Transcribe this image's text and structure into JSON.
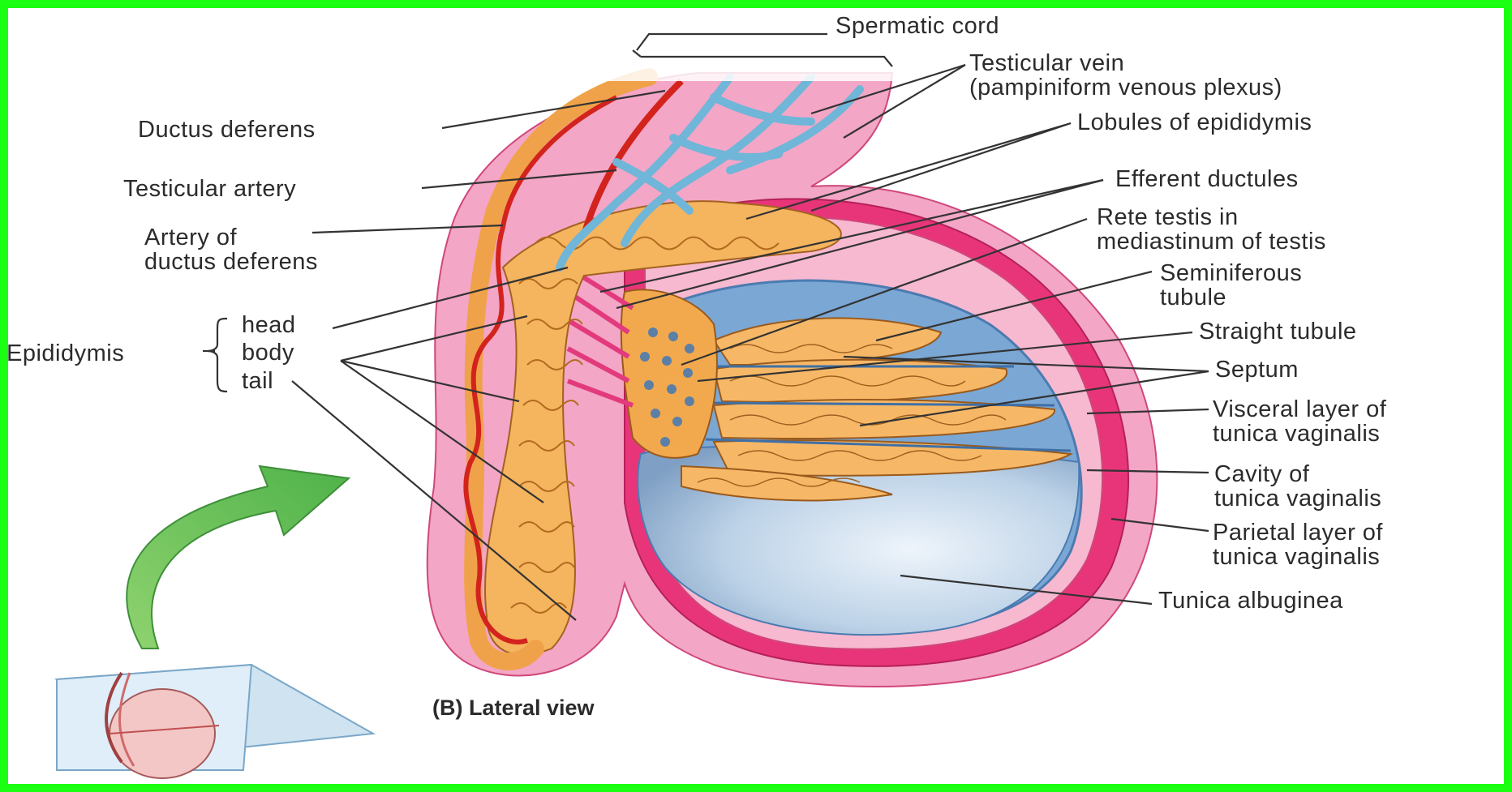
{
  "diagram": {
    "caption": "(B) Lateral view",
    "labels": {
      "spermatic_cord": "Spermatic cord",
      "testicular_vein_line1": "Testicular vein",
      "testicular_vein_line2": "(pampiniform venous plexus)",
      "ductus_deferens": "Ductus deferens",
      "lobules_of_epididymis": "Lobules of epididymis",
      "efferent_ductules": "Efferent ductules",
      "testicular_artery": "Testicular artery",
      "rete_testis_line1": "Rete testis in",
      "rete_testis_line2": "mediastinum of testis",
      "artery_ductus_line1": "Artery of",
      "artery_ductus_line2": "ductus deferens",
      "seminiferous_line1": "Seminiferous",
      "seminiferous_line2": "tubule",
      "straight_tubule": "Straight tubule",
      "epididymis": "Epididymis",
      "head": "head",
      "body": "body",
      "tail": "tail",
      "septum": "Septum",
      "visceral_line1": "Visceral layer of",
      "visceral_line2": "tunica vaginalis",
      "cavity_line1": "Cavity of",
      "cavity_line2": "tunica vaginalis",
      "parietal_line1": "Parietal layer of",
      "parietal_line2": "tunica vaginalis",
      "tunica_albuginea": "Tunica albuginea"
    },
    "colors": {
      "frame": "#1aff12",
      "pink_sheath": "#f3a6c6",
      "magenta_layer": "#e8357a",
      "epididymis_orange": "#f5b45e",
      "artery_red": "#d3231d",
      "vein_blue": "#6fb6d8",
      "albuginea_blue": "#b7cfe4",
      "arrow_green": "#6ec45a"
    }
  }
}
